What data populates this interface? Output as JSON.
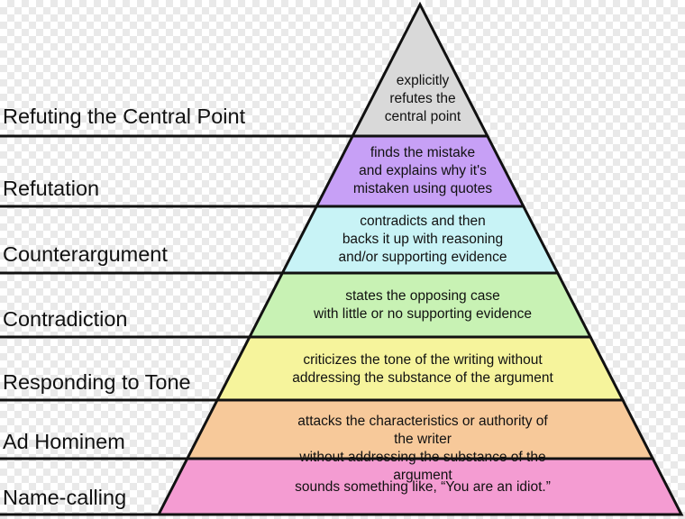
{
  "levels": [
    {
      "label": "Refuting the Central Point",
      "description": "explicitly\nrefutes the\ncentral point",
      "color": "#d9d9d9"
    },
    {
      "label": "Refutation",
      "description": "finds the mistake\nand explains why it's\nmistaken using quotes",
      "color": "#c7a0f6"
    },
    {
      "label": "Counterargument",
      "description": "contradicts and then\nbacks it up with reasoning\nand/or supporting evidence",
      "color": "#c8f3f6"
    },
    {
      "label": "Contradiction",
      "description": "states the opposing case\nwith little or no supporting evidence",
      "color": "#c8f2b4"
    },
    {
      "label": "Responding to Tone",
      "description": "criticizes the tone of the writing without\naddressing the substance of the argument",
      "color": "#f6f49c"
    },
    {
      "label": "Ad Hominem",
      "description": "attacks the characteristics or authority of the writer\nwithout addressing the substance of the argument",
      "color": "#f7c99a"
    },
    {
      "label": "Name-calling",
      "description": "sounds something like, “You are an idiot.”",
      "color": "#f49cd2"
    }
  ]
}
